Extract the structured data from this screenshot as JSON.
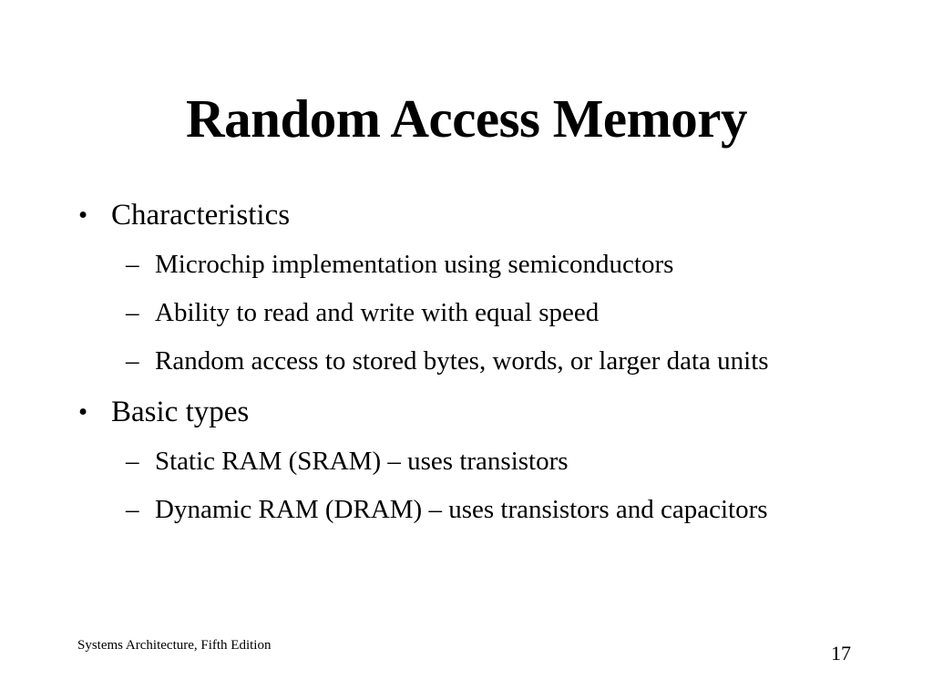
{
  "slide": {
    "title": "Random Access Memory",
    "bullet_marker": "•",
    "dash_marker": "–",
    "background_color": "#ffffff",
    "text_color": "#000000",
    "content": [
      {
        "level": 1,
        "text": "Characteristics"
      },
      {
        "level": 2,
        "text": "Microchip implementation using semiconductors"
      },
      {
        "level": 2,
        "text": "Ability to read and write with equal speed"
      },
      {
        "level": 2,
        "text": "Random access to stored bytes, words, or larger data units"
      },
      {
        "level": 1,
        "text": "Basic types"
      },
      {
        "level": 2,
        "text": "Static RAM (SRAM) – uses transistors"
      },
      {
        "level": 2,
        "text": "Dynamic RAM (DRAM) – uses transistors and capacitors"
      }
    ],
    "footer": "Systems Architecture, Fifth Edition",
    "page_number": "17"
  }
}
